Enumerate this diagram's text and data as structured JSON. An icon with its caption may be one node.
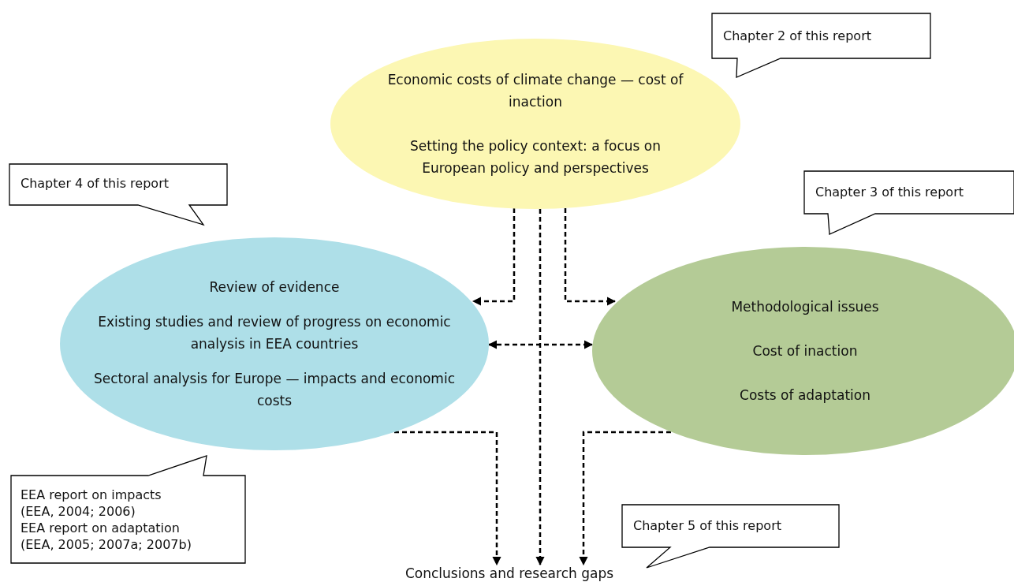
{
  "diagram": {
    "nodes": [
      {
        "text": [
          "Economic costs of climate change — cost of inaction",
          "Setting the policy context: a focus on European policy and perspectives"
        ]
      },
      {
        "text": [
          "Review of evidence",
          "Existing studies and review of progress on economic analysis in EEA countries",
          "Sectoral analysis for Europe — impacts and economic costs"
        ]
      },
      {
        "text": [
          "Methodological issues",
          "Cost of inaction",
          "Costs of adaptation"
        ]
      },
      {
        "text": [
          "Conclusions and research gaps"
        ]
      },
      {
        "text": [
          "Chapter 2 of this report"
        ]
      },
      {
        "text": [
          "Chapter 4 of this report"
        ]
      },
      {
        "text": [
          "Chapter 3 of this report"
        ]
      },
      {
        "text": [
          "EEA report on impacts",
          "(EEA, 2004; 2006)",
          "EEA report on adaptation",
          "(EEA, 2005; 2007a; 2007b)"
        ]
      },
      {
        "text": [
          "Chapter 5 of this report"
        ]
      }
    ],
    "edges": [
      {
        "from": 0,
        "to": 1,
        "arrow": "to",
        "style": "dashed"
      },
      {
        "from": 0,
        "to": 2,
        "arrow": "to",
        "style": "dashed"
      },
      {
        "from": 1,
        "to": 2,
        "arrow": "both",
        "style": "dashed"
      },
      {
        "from": 0,
        "to": 3,
        "arrow": "to",
        "style": "dashed"
      },
      {
        "from": 1,
        "to": 3,
        "arrow": "to",
        "style": "dashed"
      },
      {
        "from": 2,
        "to": 3,
        "arrow": "to",
        "style": "dashed"
      }
    ]
  }
}
